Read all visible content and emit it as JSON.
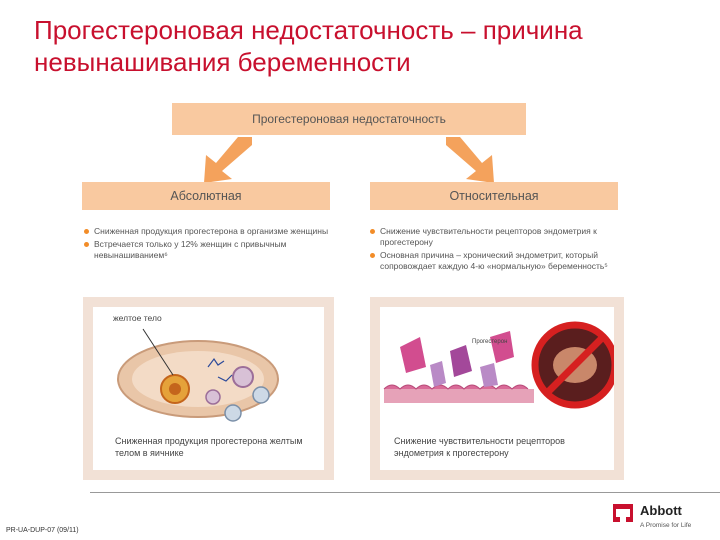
{
  "title": "Прогестероновая недостаточность – причина невынашивания беременности",
  "banner": "Прогестероновая недостаточность",
  "left": {
    "header": "Абсолютная",
    "bullets": [
      "Сниженная продукция прогестерона в организме женщины",
      "Встречается только у 12% женщин с привычным невынашиванием⁶"
    ],
    "image_label": "желтое тело",
    "caption": "Сниженная продукция прогестерона желтым телом в яичнике"
  },
  "right": {
    "header": "Относительная",
    "bullets": [
      "Снижение чувствительности рецепторов эндометрия к прогестерону",
      "Основная причина – хронический эндометрит, который сопровождает каждую 4-ю «нормальную» беременность⁵"
    ],
    "image_label": "Прогестерон",
    "caption": "Снижение чувствительности рецепторов эндометрия к прогестерону"
  },
  "footer": {
    "code": "PR-UA-DUP-07 (09/11)",
    "brand": "Abbott",
    "tagline": "A Promise for Life"
  },
  "colors": {
    "title": "#c8102e",
    "header_bg": "#f9c9a0",
    "arrow": "#f4a25c",
    "bullet": "#f28c28",
    "panel_bg": "#f2e1d6"
  }
}
